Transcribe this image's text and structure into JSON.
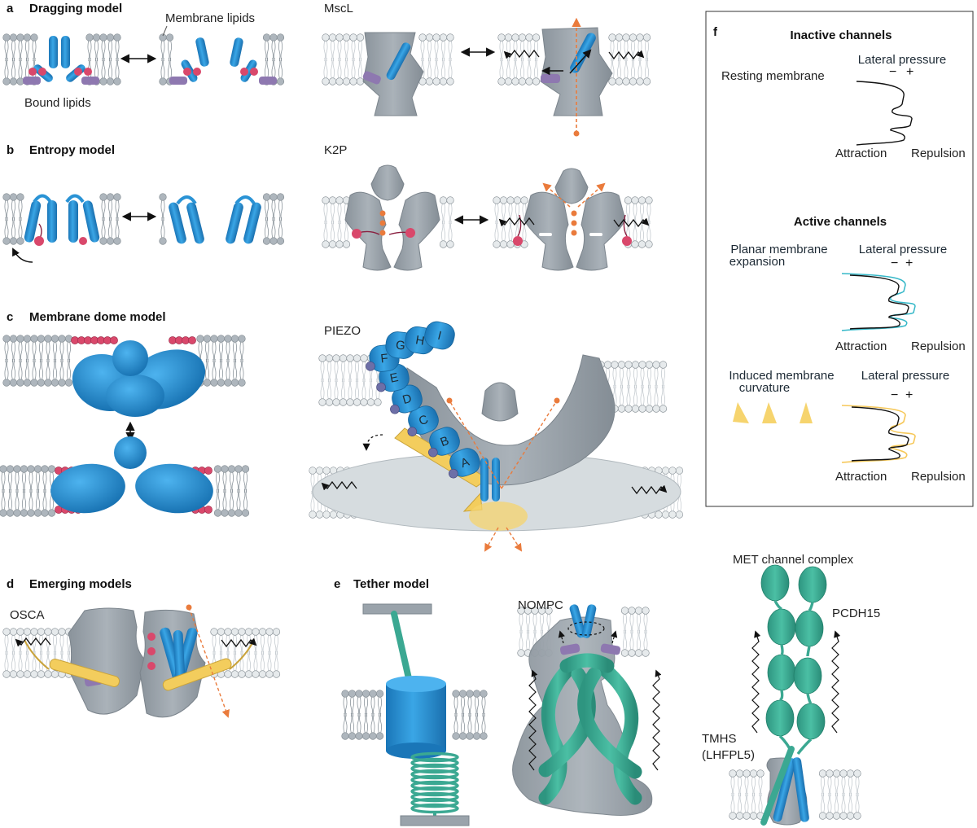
{
  "panels": {
    "a": {
      "letter": "a",
      "title": "Dragging model",
      "membrane_label": "Membrane lipids",
      "bound_label": "Bound lipids",
      "channel": "MscL"
    },
    "b": {
      "letter": "b",
      "title": "Entropy model",
      "channel": "K2P"
    },
    "c": {
      "letter": "c",
      "title": "Membrane dome model",
      "channel": "PIEZO",
      "blades": [
        "A",
        "B",
        "C",
        "D",
        "E",
        "F",
        "G",
        "H",
        "I"
      ]
    },
    "d": {
      "letter": "d",
      "title": "Emerging models",
      "channel": "OSCA"
    },
    "e": {
      "letter": "e",
      "title": "Tether model",
      "channel": "NOMPC",
      "met_title": "MET channel complex",
      "pcdh": "PCDH15",
      "tmhs_1": "TMHS",
      "tmhs_2": "(LHFPL5)"
    },
    "f": {
      "letter": "f",
      "inactive_title": "Inactive channels",
      "resting": "Resting membrane",
      "lateral": "Lateral pressure",
      "minus": "−",
      "plus": "+",
      "attraction": "Attraction",
      "repulsion": "Repulsion",
      "active_title": "Active channels",
      "planar_1": "Planar membrane",
      "planar_2": "expansion",
      "induced_1": "Induced membrane",
      "induced_2": "curvature"
    }
  },
  "colors": {
    "channel_blue": "#2a93d5",
    "protein_grey": "#9aa3ab",
    "lipid_red": "#d9486b",
    "bound_lipid_purple": "#8e78b0",
    "tether_green": "#3ba892",
    "curvature_yellow": "#f6d46e",
    "force_orange": "#ea7b3c",
    "cyan_trace": "#35b8c8"
  }
}
